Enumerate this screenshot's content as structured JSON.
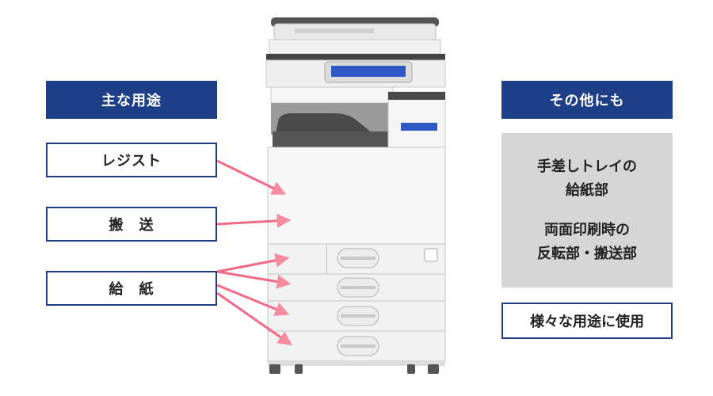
{
  "left": {
    "header": "主な用途",
    "labels": [
      "レジスト",
      "搬　送",
      "給　紙"
    ]
  },
  "right": {
    "header": "その他にも",
    "info": {
      "group1": [
        "手差しトレイの",
        "給紙部"
      ],
      "group2": [
        "両面印刷時の",
        "反転部・搬送部"
      ]
    },
    "usage": "様々な用途に使用"
  },
  "colors": {
    "navy": "#1e3f87",
    "arrow": "#f05d7a",
    "panel_grey": "#d6d6d6",
    "display_blue": "#2f58c4"
  }
}
